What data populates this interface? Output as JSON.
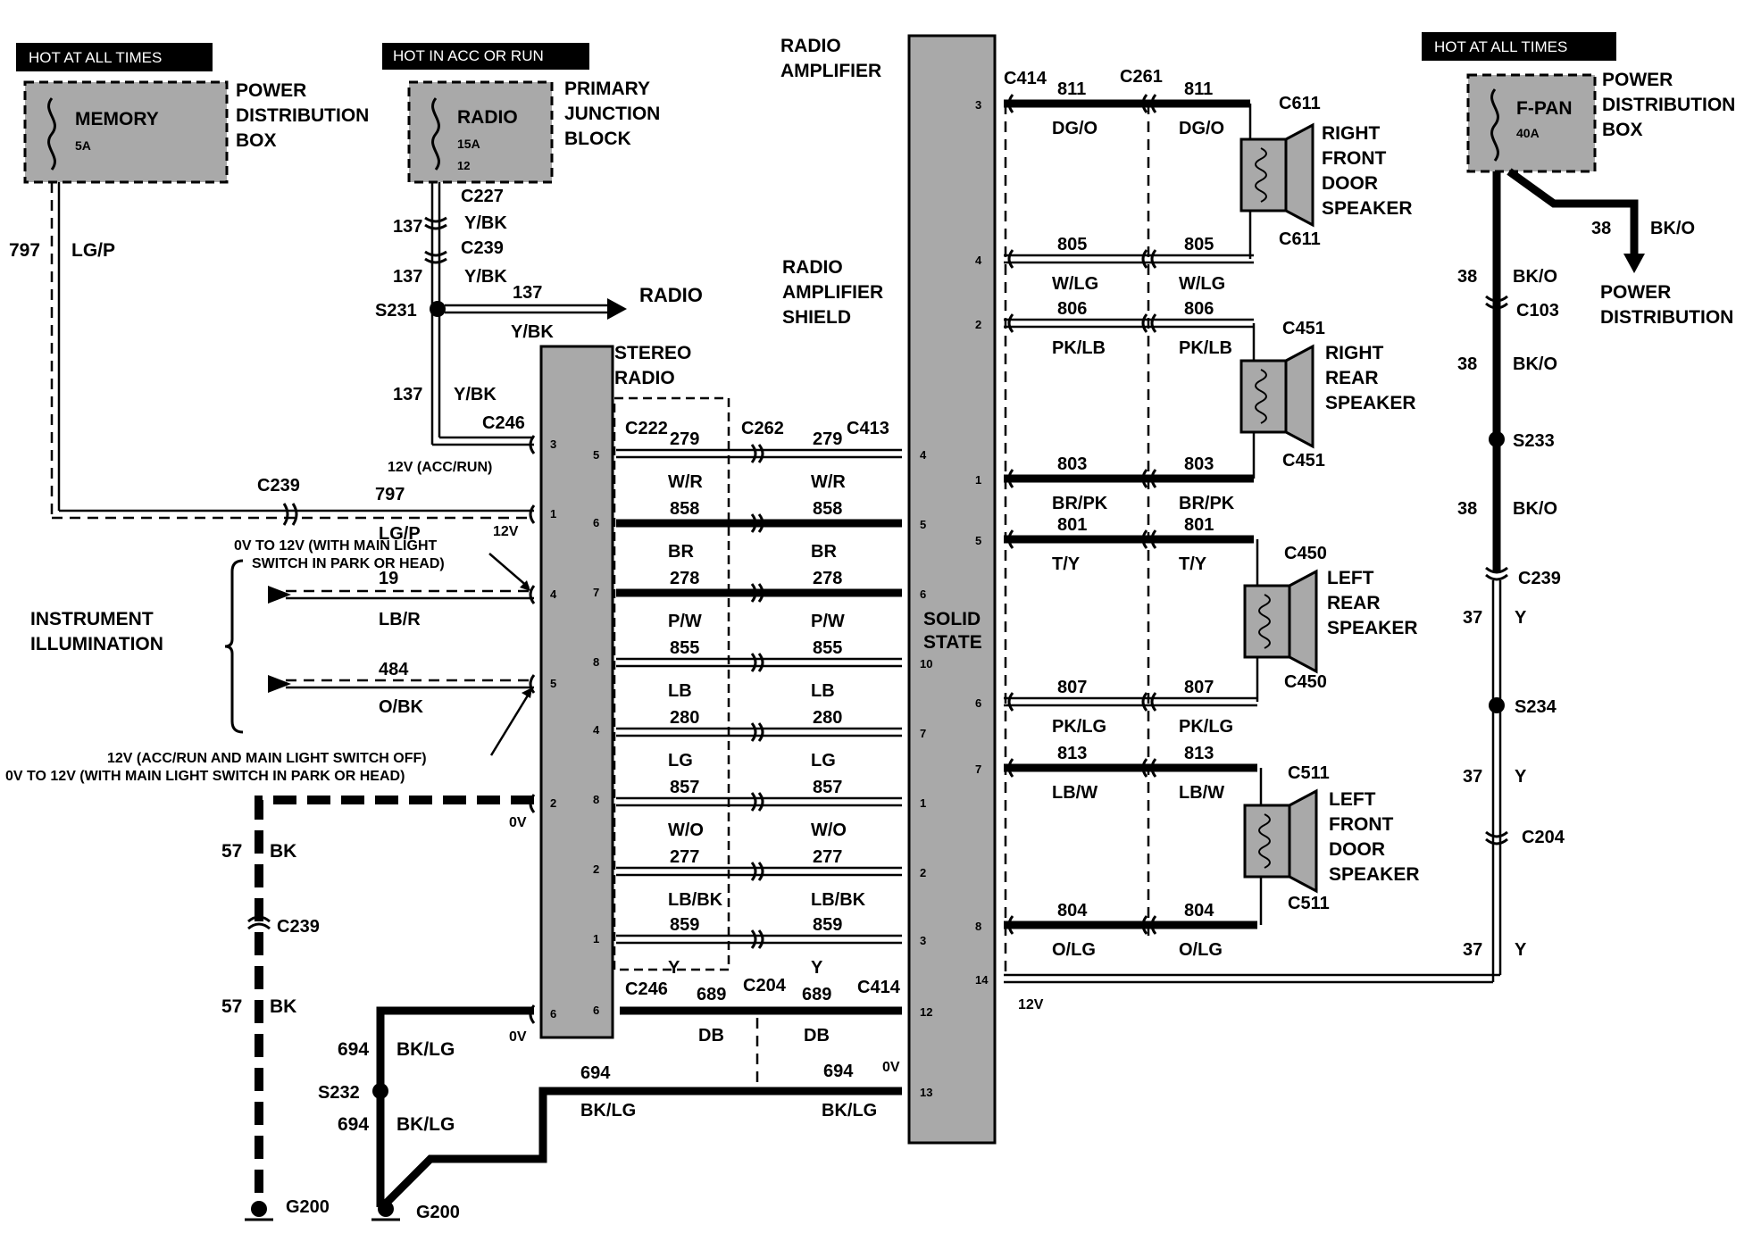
{
  "banners": {
    "left": "HOT AT ALL TIMES",
    "middle": "HOT IN ACC OR RUN",
    "right": "HOT AT ALL TIMES"
  },
  "fuses": {
    "memory": {
      "name": "MEMORY",
      "rating": "5A"
    },
    "radio": {
      "name": "RADIO",
      "rating": "15A",
      "pin": "12"
    },
    "fpan": {
      "name": "F-PAN",
      "rating": "40A"
    }
  },
  "boxes": {
    "pdb_left": [
      "POWER",
      "DISTRIBUTION",
      "BOX"
    ],
    "pjb": [
      "PRIMARY",
      "JUNCTION",
      "BLOCK"
    ],
    "pdb_right": [
      "POWER",
      "DISTRIBUTION",
      "BOX"
    ]
  },
  "modules": {
    "radio_amplifier": [
      "RADIO",
      "AMPLIFIER"
    ],
    "amp_shield": [
      "RADIO",
      "AMPLIFIER",
      "SHIELD"
    ],
    "stereo_radio": [
      "STEREO",
      "RADIO"
    ],
    "solid_state": [
      "SOLID",
      "STATE"
    ],
    "instrument_illumination": [
      "INSTRUMENT",
      "ILLUMINATION"
    ],
    "power_distribution": [
      "POWER",
      "DISTRIBUTION"
    ],
    "radio_dest": "RADIO"
  },
  "connectors": {
    "c227": "C227",
    "c239": "C239",
    "c246": "C246",
    "c222": "C222",
    "c262": "C262",
    "c413": "C413",
    "c414": "C414",
    "c261": "C261",
    "c611": "C611",
    "c451": "C451",
    "c450": "C450",
    "c511": "C511",
    "c103": "C103",
    "c204": "C204"
  },
  "splices": {
    "s231": "S231",
    "s232": "S232",
    "s233": "S233",
    "s234": "S234"
  },
  "grounds": {
    "g200": "G200"
  },
  "speakers": {
    "rf": [
      "RIGHT",
      "FRONT",
      "DOOR",
      "SPEAKER"
    ],
    "rr": [
      "RIGHT",
      "REAR",
      "SPEAKER"
    ],
    "lr": [
      "LEFT",
      "REAR",
      "SPEAKER"
    ],
    "lf": [
      "LEFT",
      "FRONT",
      "DOOR",
      "SPEAKER"
    ]
  },
  "voltages": {
    "v12_accrun": "12V (ACC/RUN)",
    "v12": "12V",
    "v0to12_line1": "0V TO 12V (WITH MAIN LIGHT",
    "v0to12_line2": "SWITCH IN PARK OR HEAD)",
    "note2_line1": "12V (ACC/RUN AND MAIN LIGHT SWITCH OFF)",
    "note2_line2": "0V TO 12V (WITH MAIN LIGHT SWITCH IN PARK OR HEAD)",
    "v0": "0V"
  },
  "circuits": {
    "w797": {
      "num": "797",
      "color": "LG/P"
    },
    "w137": {
      "num": "137",
      "color": "Y/BK"
    },
    "w19": {
      "num": "19",
      "color": "LB/R"
    },
    "w484": {
      "num": "484",
      "color": "O/BK"
    },
    "w57": {
      "num": "57",
      "color": "BK"
    },
    "w694": {
      "num": "694",
      "color": "BK/LG"
    },
    "w689": {
      "num": "689",
      "color": "DB"
    },
    "w38": {
      "num": "38",
      "color": "BK/O"
    },
    "w37": {
      "num": "37",
      "color": "Y"
    }
  },
  "mid_wires": [
    {
      "num": "279",
      "color": "W/R"
    },
    {
      "num": "858",
      "color": "BR"
    },
    {
      "num": "278",
      "color": "P/W"
    },
    {
      "num": "855",
      "color": "LB"
    },
    {
      "num": "280",
      "color": "LG"
    },
    {
      "num": "857",
      "color": "W/O"
    },
    {
      "num": "277",
      "color": "LB/BK"
    },
    {
      "num": "859",
      "color": "Y"
    }
  ],
  "right_wires": [
    {
      "num": "811",
      "color": "DG/O"
    },
    {
      "num": "805",
      "color": "W/LG"
    },
    {
      "num": "806",
      "color": "PK/LB"
    },
    {
      "num": "803",
      "color": "BR/PK"
    },
    {
      "num": "801",
      "color": "T/Y"
    },
    {
      "num": "807",
      "color": "PK/LG"
    },
    {
      "num": "813",
      "color": "LB/W"
    },
    {
      "num": "804",
      "color": "O/LG"
    }
  ],
  "pins": {
    "radio_left": [
      "3",
      "1",
      "4",
      "5",
      "2",
      "6"
    ],
    "radio_right": [
      "5",
      "6",
      "7",
      "8",
      "4",
      "8",
      "2",
      "1",
      "6"
    ],
    "amp_left": [
      "4",
      "5",
      "6",
      "10",
      "7",
      "1",
      "2",
      "3",
      "12",
      "13"
    ],
    "amp_right": [
      "3",
      "4",
      "2",
      "1",
      "5",
      "6",
      "7",
      "8",
      "14"
    ]
  }
}
